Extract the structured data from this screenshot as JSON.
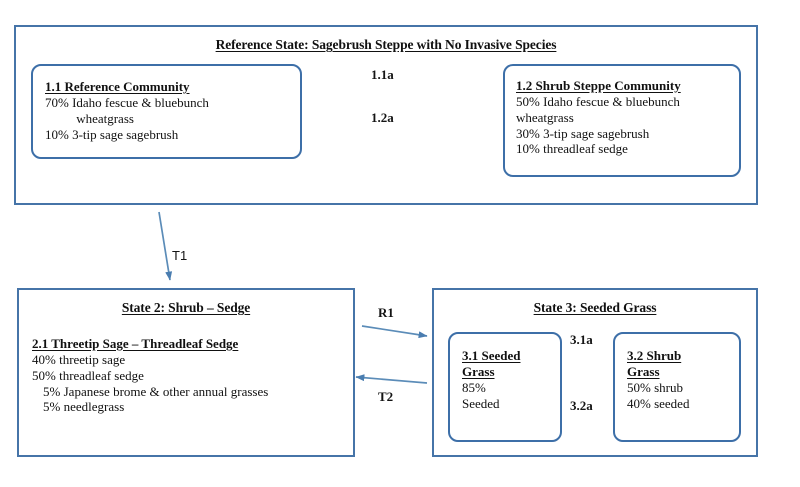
{
  "diagram": {
    "title_internal": "State and Transition Model: Sagebrush Steppe",
    "accent_color": "#4674A8",
    "text_color": "#111111"
  },
  "reference_state": {
    "title": "Reference State: Sagebrush Steppe with No Invasive Species",
    "community_1_1": {
      "heading": "1.1 Reference Community",
      "lines": [
        "70% Idaho fescue & bluebunch",
        "wheatgrass",
        "10% 3-tip sage sagebrush"
      ]
    },
    "community_1_2": {
      "heading": "1.2 Shrub Steppe Community",
      "lines": [
        "50% Idaho fescue & bluebunch",
        "wheatgrass",
        "30% 3-tip sage sagebrush",
        "10% threadleaf sedge"
      ]
    },
    "transition_forward_label": "1.1a",
    "transition_back_label": "1.2a"
  },
  "state_2": {
    "title": "State 2: Shrub – Sedge",
    "community_heading": "2.1 Threetip Sage – Threadleaf Sedge",
    "lines": [
      "40% threetip sage",
      "50% threadleaf sedge",
      "5% Japanese brome & other annual grasses",
      "5% needlegrass"
    ]
  },
  "state_3": {
    "title": "State 3: Seeded Grass",
    "community_3_1": {
      "heading_line_1": "3.1 Seeded",
      "heading_line_2": "Grass",
      "lines": [
        "85%",
        "Seeded"
      ]
    },
    "community_3_2": {
      "heading_line_1": "3.2 Shrub",
      "heading_line_2": "Grass",
      "lines": [
        "50% shrub",
        "40% seeded"
      ]
    },
    "transition_forward_label": "3.1a",
    "transition_back_label": "3.2a"
  },
  "transitions": {
    "t1": "T1",
    "r1": "R1",
    "t2": "T2"
  }
}
